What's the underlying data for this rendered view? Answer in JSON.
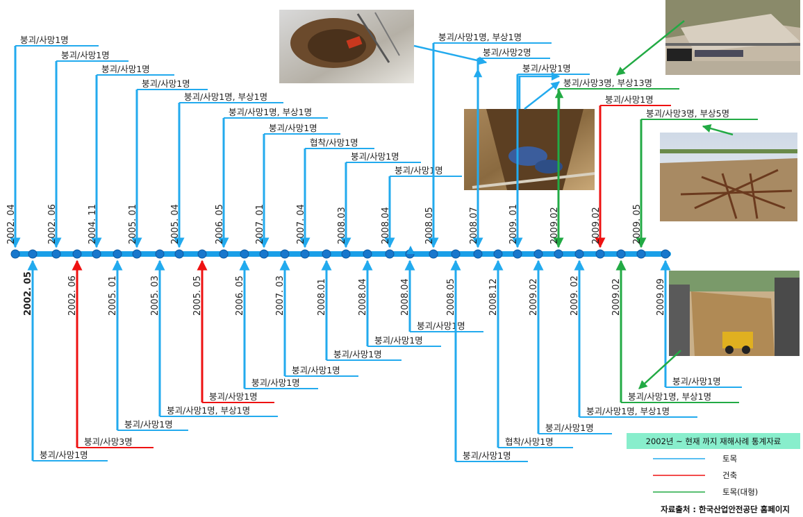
{
  "colors": {
    "civil": "#22aaee",
    "building": "#ee1111",
    "civil_large": "#22aa44",
    "legend_box": "#88eecc"
  },
  "top_events": [
    {
      "date": "2002. 04",
      "label": "붕괴/사망1명",
      "category": "civil"
    },
    {
      "date": "2002. 06",
      "label": "붕괴/사망1명",
      "category": "civil"
    },
    {
      "date": "2004. 11",
      "label": "붕괴/사망1명",
      "category": "civil"
    },
    {
      "date": "2005. 01",
      "label": "붕괴/사망1명",
      "category": "civil"
    },
    {
      "date": "2005. 04",
      "label": "붕괴/사망1명, 부상1명",
      "category": "civil"
    },
    {
      "date": "2006. 05",
      "label": "붕괴/사망1명, 부상1명",
      "category": "civil"
    },
    {
      "date": "2007. 01",
      "label": "붕괴/사망1명",
      "category": "civil"
    },
    {
      "date": "2007. 04",
      "label": "협착/사망1명",
      "category": "civil"
    },
    {
      "date": "2008.03",
      "label": "붕괴/사망1명",
      "category": "civil"
    },
    {
      "date": "2008.04",
      "label": "붕괴/사망1명",
      "category": "civil"
    },
    {
      "date": "2008.05",
      "label": "붕괴/사망1명, 부상1명",
      "category": "civil"
    },
    {
      "date": "2008.07",
      "label": "붕괴/사망2명",
      "category": "civil"
    },
    {
      "date": "2009. 01",
      "label": "붕괴/사망1명",
      "category": "civil"
    },
    {
      "date": "2009.02",
      "label": "붕괴/사망3명, 부상13명",
      "category": "civil_large"
    },
    {
      "date": "2009.02",
      "label": "붕괴/사망1명",
      "category": "building"
    },
    {
      "date": "2009. 05",
      "label": "붕괴/사망3명, 부상5명",
      "category": "civil_large"
    }
  ],
  "bottom_events": [
    {
      "date": "2002. 05",
      "label": "붕괴/사망1명",
      "category": "civil"
    },
    {
      "date": "2002. 06",
      "label": "붕괴/사망3명",
      "category": "building"
    },
    {
      "date": "2005. 01",
      "label": "붕괴/사망1명",
      "category": "civil"
    },
    {
      "date": "2005. 03",
      "label": "붕괴/사망1명, 부상1명",
      "category": "civil"
    },
    {
      "date": "2005. 05",
      "label": "붕괴/사망1명",
      "category": "building"
    },
    {
      "date": "2006. 05",
      "label": "붕괴/사망1명",
      "category": "civil"
    },
    {
      "date": "2007. 03",
      "label": "붕괴/사망1명",
      "category": "civil"
    },
    {
      "date": "2008.01",
      "label": "붕괴/사망1명",
      "category": "civil"
    },
    {
      "date": "2008.04",
      "label": "붕괴/사망1명",
      "category": "civil"
    },
    {
      "date": "2008.04",
      "label": "붕괴/사망1명",
      "category": "civil"
    },
    {
      "date": "2008.05",
      "label": "붕괴/사망1명",
      "category": "civil"
    },
    {
      "date": "2008.12",
      "label": "협착/사망1명",
      "category": "civil"
    },
    {
      "date": "2009.02",
      "label": "붕괴/사망1명",
      "category": "civil"
    },
    {
      "date": "2009. 02",
      "label": "붕괴/사망1명, 부상1명",
      "category": "civil"
    },
    {
      "date": "2009.02",
      "label": "붕괴/사망1명, 부상1명",
      "category": "civil_large"
    },
    {
      "date": "2009.09",
      "label": "붕괴/사망1명",
      "category": "civil"
    }
  ],
  "legend": {
    "title": "2002년 ~ 현재 까지 재해사례 통계자료",
    "items": [
      {
        "label": "토목",
        "category": "civil"
      },
      {
        "label": "건축",
        "category": "building"
      },
      {
        "label": "토목(대형)",
        "category": "civil_large"
      }
    ]
  },
  "source": "자료출처 : 한국산업안전공단 홈페이지",
  "photos": [
    {
      "name": "excavation-photo"
    },
    {
      "name": "pipe-trench-photo"
    },
    {
      "name": "hillside-collapse-photo"
    },
    {
      "name": "collapsed-formwork-photo"
    },
    {
      "name": "retaining-wall-collapse-photo"
    }
  ]
}
